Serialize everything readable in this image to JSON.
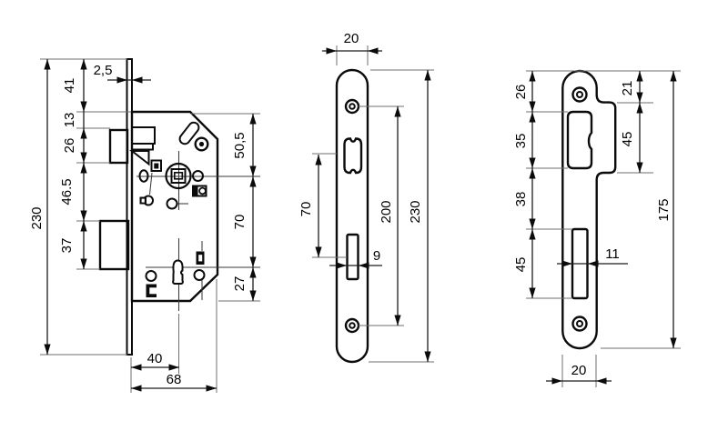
{
  "drawing": {
    "background": "#ffffff",
    "line_color": "#0b0b0b",
    "lock_body": {
      "plate_thickness": "2,5",
      "top_to_case": "41",
      "case_to_latch": "13",
      "latch_height": "26",
      "latch_to_bolt": "46.5",
      "bolt_height": "37",
      "total_height": "230",
      "case_to_axis": "50,5",
      "axis_spacing": "70",
      "key_to_bottom": "27",
      "backset": "40",
      "case_depth": "68"
    },
    "faceplate": {
      "width": "20",
      "latch_to_bolt": "70",
      "screw_spacing": "200",
      "height": "230",
      "bolt_slot_width": "9"
    },
    "strike_plate": {
      "top_to_opening": "26",
      "opening_height": "35",
      "opening_to_slot": "38",
      "slot_height": "45",
      "top_to_lip": "21",
      "lip_height": "45",
      "height": "175",
      "slot_width": "11",
      "width": "20"
    }
  }
}
